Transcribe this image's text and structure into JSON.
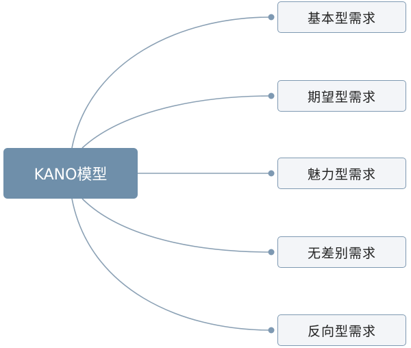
{
  "colors": {
    "root_fill": "#6f8faa",
    "leaf_border": "#7e99b2",
    "leaf_fill": "#f3f5f8",
    "connector": "#8aa0b4"
  },
  "root": {
    "label": "KANO模型"
  },
  "branches": [
    {
      "label": "基本型需求"
    },
    {
      "label": "期望型需求"
    },
    {
      "label": "魅力型需求"
    },
    {
      "label": "无差别需求"
    },
    {
      "label": "反向型需求"
    }
  ]
}
